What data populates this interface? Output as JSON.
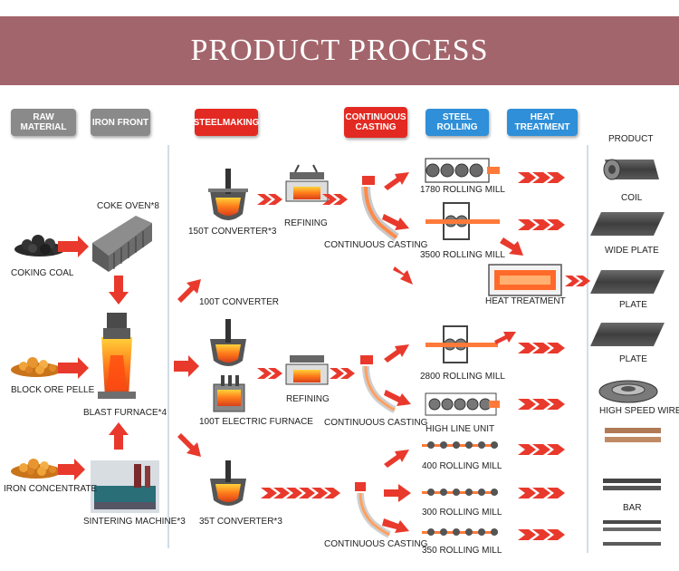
{
  "title": "PRODUCT PROCESS",
  "colors": {
    "banner": "#a3656c",
    "gray_stage": "#8a8a8a",
    "red_stage": "#e32a22",
    "blue_stage": "#2f8fd8",
    "arrow": "#e8392c"
  },
  "stages": {
    "raw_material": "RAW MATERIAL",
    "iron_front": "IRON FRONT",
    "steelmaking": "STEELMAKING",
    "continuous_casting": "CONTINUOUS CASTING",
    "steel_rolling": "STEEL ROLLING",
    "heat_treatment": "HEAT TREATMENT"
  },
  "labels": {
    "product": "PRODUCT",
    "coke_oven": "COKE OVEN*8",
    "coking_coal": "COKING COAL",
    "block_ore": "BLOCK ORE PELLE",
    "blast_furnace": "BLAST FURNACE*4",
    "iron_concentrate": "IRON CONCENTRATE",
    "sintering": "SINTERING MACHINE*3",
    "converter_150": "150T CONVERTER*3",
    "converter_100": "100T CONVERTER",
    "electric_furnace": "100T  ELECTRIC FURNACE",
    "converter_35": "35T CONVERTER*3",
    "refining_1": "REFINING",
    "refining_2": "REFINING",
    "cc_1": "CONTINUOUS CASTING",
    "cc_2": "CONTINUOUS CASTING",
    "cc_3": "CONTINUOUS CASTING",
    "mill_1780": "1780 ROLLING MILL",
    "mill_3500": "3500 ROLLING MILL",
    "heat_treatment": "HEAT TREATMENT",
    "mill_2800": "2800 ROLLING MILL",
    "high_line": "HIGH LINE UNIT",
    "mill_400": "400 ROLLING MILL",
    "mill_300": "300 ROLLING MILL",
    "mill_350": "350 ROLLING MILL",
    "coil": "COIL",
    "wide_plate": "WIDE PLATE",
    "plate_1": "PLATE",
    "plate_2": "PLATE",
    "high_speed_wire": "HIGH SPEED WIRE",
    "bar": "BAR"
  }
}
